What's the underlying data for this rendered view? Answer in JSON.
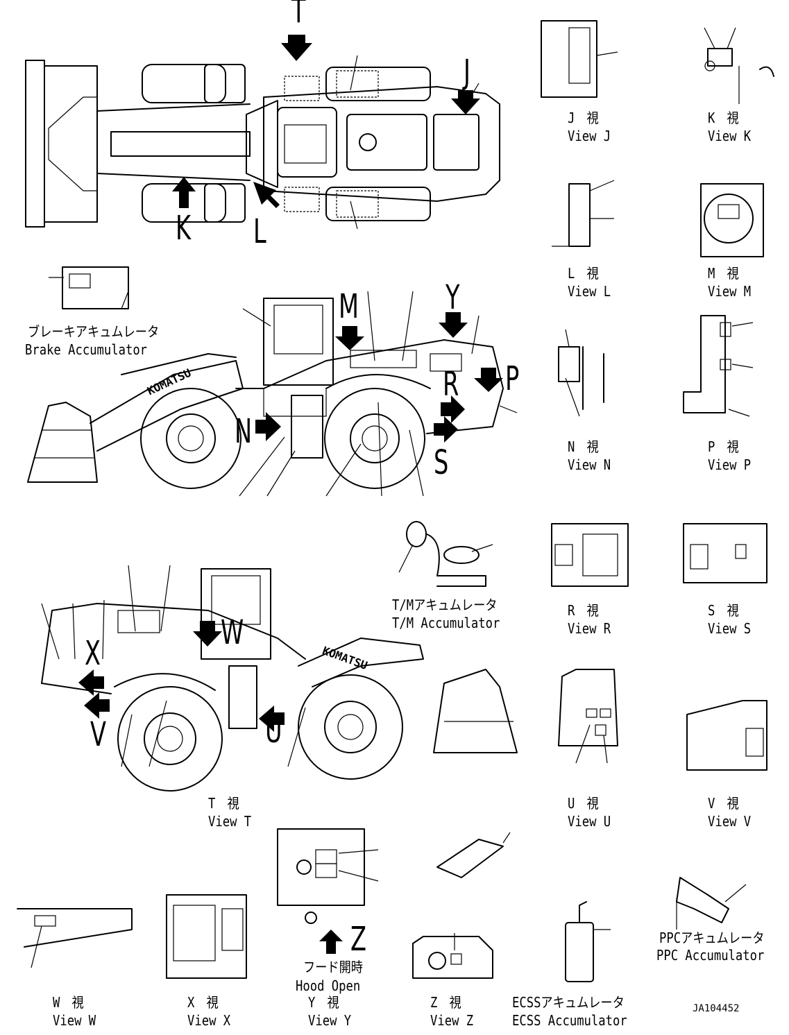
{
  "views": [
    {
      "id": "J",
      "jp": "J　視",
      "en": "View J"
    },
    {
      "id": "K",
      "jp": "K　視",
      "en": "View K"
    },
    {
      "id": "L",
      "jp": "L　視",
      "en": "View L"
    },
    {
      "id": "M",
      "jp": "M　視",
      "en": "View M"
    },
    {
      "id": "N",
      "jp": "N　視",
      "en": "View N"
    },
    {
      "id": "P",
      "jp": "P　視",
      "en": "View P"
    },
    {
      "id": "R",
      "jp": "R　視",
      "en": "View R"
    },
    {
      "id": "S",
      "jp": "S　視",
      "en": "View S"
    },
    {
      "id": "T",
      "jp": "T　視",
      "en": "View T"
    },
    {
      "id": "U",
      "jp": "U　視",
      "en": "View U"
    },
    {
      "id": "V",
      "jp": "V　視",
      "en": "View V"
    },
    {
      "id": "W",
      "jp": "W　視",
      "en": "View W"
    },
    {
      "id": "X",
      "jp": "X　視",
      "en": "View X"
    },
    {
      "id": "Y",
      "jp": "Y　視",
      "en": "View Y"
    },
    {
      "id": "Z",
      "jp": "Z　視",
      "en": "View Z"
    }
  ],
  "components": {
    "brake_accumulator": {
      "jp": "ブレーキアキュムレータ",
      "en": "Brake Accumulator"
    },
    "tm_accumulator": {
      "jp": "T/Mアキュムレータ",
      "en": "T/M Accumulator"
    },
    "ppc_accumulator": {
      "jp": "PPCアキュムレータ",
      "en": "PPC Accumulator"
    },
    "ecss_accumulator": {
      "jp": "ECSSアキュムレータ",
      "en": "ECSS Accumulator"
    },
    "hood_open": {
      "jp": "フード開時",
      "en": "Hood Open"
    }
  },
  "arrow_letters": {
    "top_T": "T",
    "top_J": "J",
    "top_K": "K",
    "top_L": "L",
    "side_M": "M",
    "side_Y": "Y",
    "side_R": "R",
    "side_P": "P",
    "side_N": "N",
    "side_S": "S",
    "side2_W": "W",
    "side2_X": "X",
    "side2_V": "V",
    "side2_U": "U",
    "y_Z": "Z"
  },
  "brand_mark": "KOMATSU",
  "drawing_code": "JA104452"
}
